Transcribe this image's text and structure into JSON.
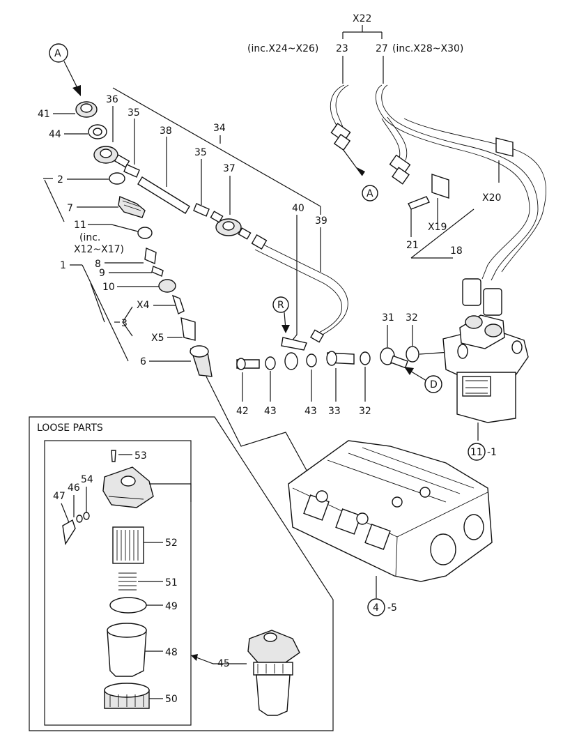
{
  "group": {
    "x22": "X22",
    "p23_note": "(inc.X24~X26)",
    "p23": "23",
    "p27": "27",
    "p27_note": "(inc.X28~X30)",
    "x20": "X20",
    "x19": "X19",
    "p21": "21",
    "p18": "18"
  },
  "callouts": {
    "a_top": "A",
    "a_pipe": "A",
    "r": "R",
    "d": "D"
  },
  "labels": {
    "p41": "41",
    "p44": "44",
    "p36": "36",
    "p35a": "35",
    "p38": "38",
    "p34": "34",
    "p35b": "35",
    "p37": "37",
    "p40": "40",
    "p39": "39",
    "p2": "2",
    "p7": "7",
    "p11": "11",
    "p11_inc": "(inc.",
    "p11_range": "X12~X17)",
    "p1": "1",
    "p8": "8",
    "p9": "9",
    "p10": "10",
    "x4": "X4",
    "p3": "3",
    "x5": "X5",
    "p6": "6",
    "p42": "42",
    "p43a": "43",
    "p43b": "43",
    "p33": "33",
    "p32a": "32",
    "p31": "31",
    "p32b": "32"
  },
  "refs": {
    "pump_num": "11",
    "pump_suffix": "-1",
    "head_num": "4",
    "head_suffix": "-5"
  },
  "loose": {
    "title": "LOOSE PARTS",
    "p53": "53",
    "p54": "54",
    "p46": "46",
    "p47": "47",
    "p52": "52",
    "p51": "51",
    "p49": "49",
    "p48": "48",
    "p45": "45",
    "p50": "50"
  }
}
